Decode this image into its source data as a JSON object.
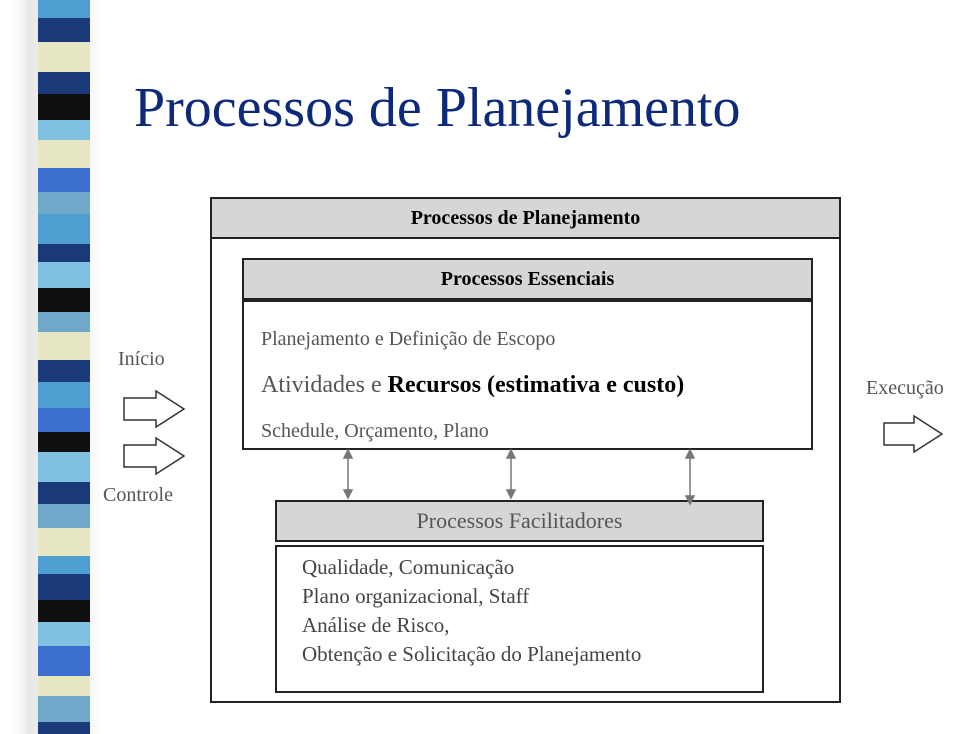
{
  "title": "Processos de Planejamento",
  "outer": {
    "header": "Processos de Planejamento"
  },
  "essenciais": {
    "header": "Processos Essenciais",
    "line1": "Planejamento e Definição de Escopo",
    "line2_a": "Atividades e ",
    "line2_b": "Recursos  (estimativa e custo)",
    "line3": "Schedule,  Orçamento, Plano"
  },
  "facilitadores": {
    "header": "Processos Facilitadores",
    "items": [
      "Qualidade, Comunicação",
      "Plano organizacional, Staff",
      "Análise de Risco,",
      "Obtenção e Solicitação do Planejamento"
    ]
  },
  "side": {
    "inicio": "Início",
    "controle": "Controle",
    "execucao": "Execução"
  },
  "colors": {
    "title": "#0d2a7a",
    "header_fill": "#d6d6d6",
    "stripe": [
      "#4f9fd0",
      "#1a3a7a",
      "#e6e6c0",
      "#0f0f0f",
      "#80c0e0",
      "#3b6fd0",
      "#6fa8c8"
    ]
  }
}
